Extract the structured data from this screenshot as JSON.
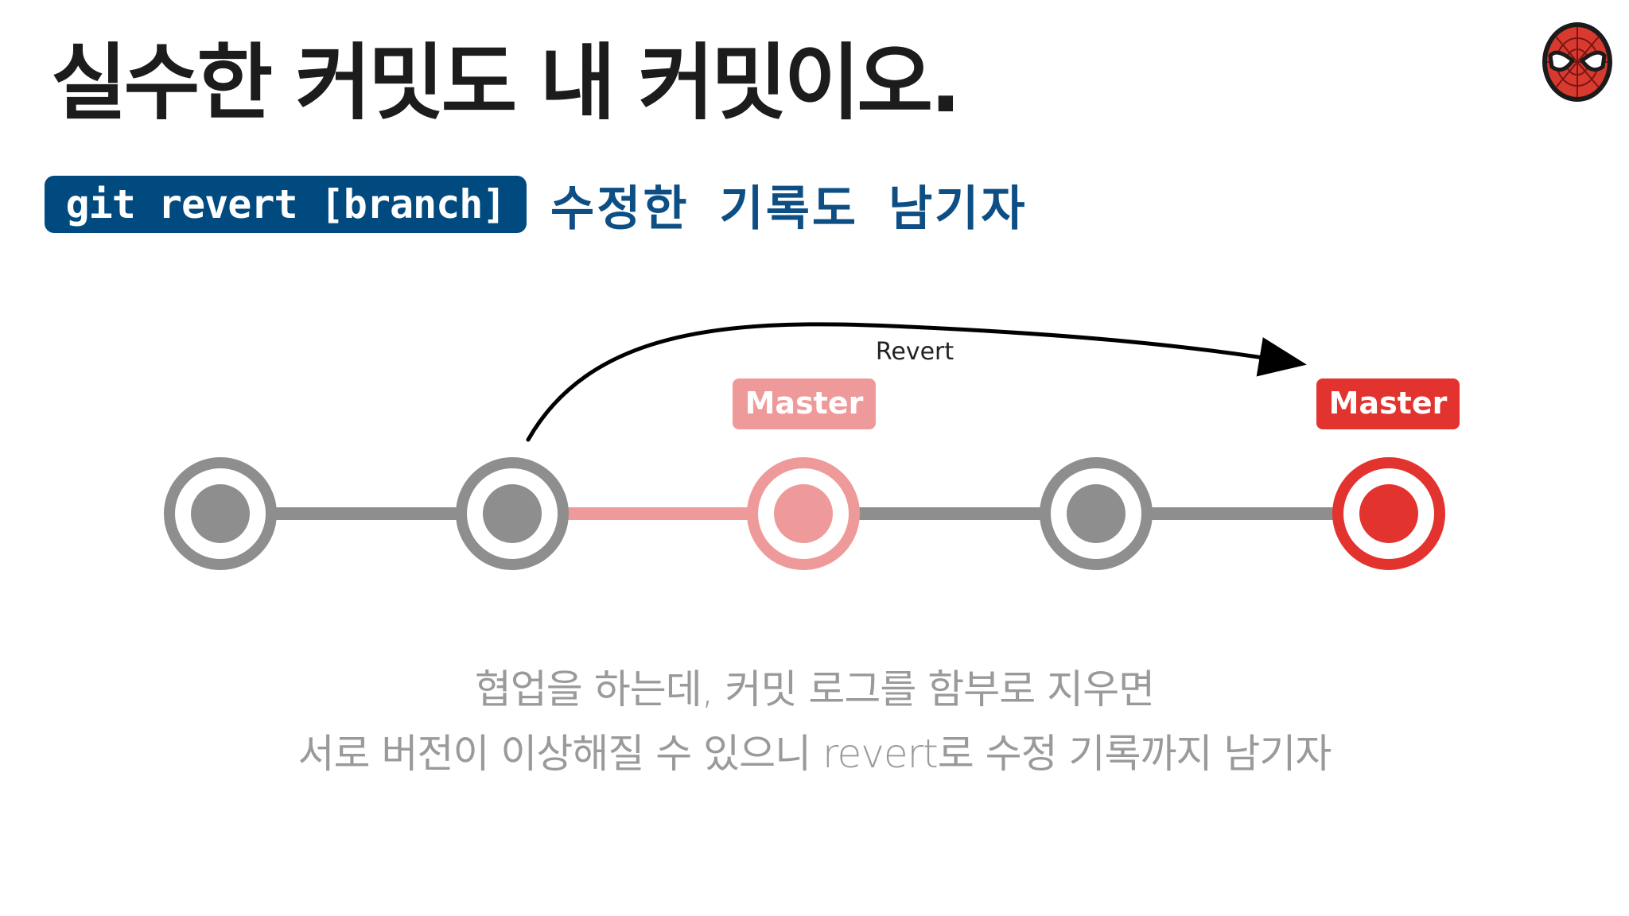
{
  "slide": {
    "title": "실수한 커밋도 내 커밋이오.",
    "command": "git revert [branch]",
    "subtitle": "수정한 기록도 남기자"
  },
  "diagram": {
    "arrow_label": "Revert",
    "branch_labels": {
      "old_master": "Master",
      "new_master": "Master"
    },
    "commit_count": 5,
    "commit_states": [
      "normal",
      "normal",
      "old-head",
      "normal",
      "new-head"
    ]
  },
  "caption": {
    "line1": "협업을 하는데, 커밋 로그를 함부로 지우면",
    "line2": "서로 버전이 이상해질 수 있으니 revert로 수정 기록까지 남기자"
  },
  "colors": {
    "title": "#1c1c1c",
    "command_bg": "#004a7f",
    "subtitle": "#0d4f85",
    "commit_gray": "#8e8e8e",
    "commit_pink": "#ef9a9a",
    "commit_red": "#e2332f",
    "caption": "#9a9a9a",
    "arrow": "#000000"
  },
  "icons": {
    "mascot": "spider-mask-icon"
  }
}
